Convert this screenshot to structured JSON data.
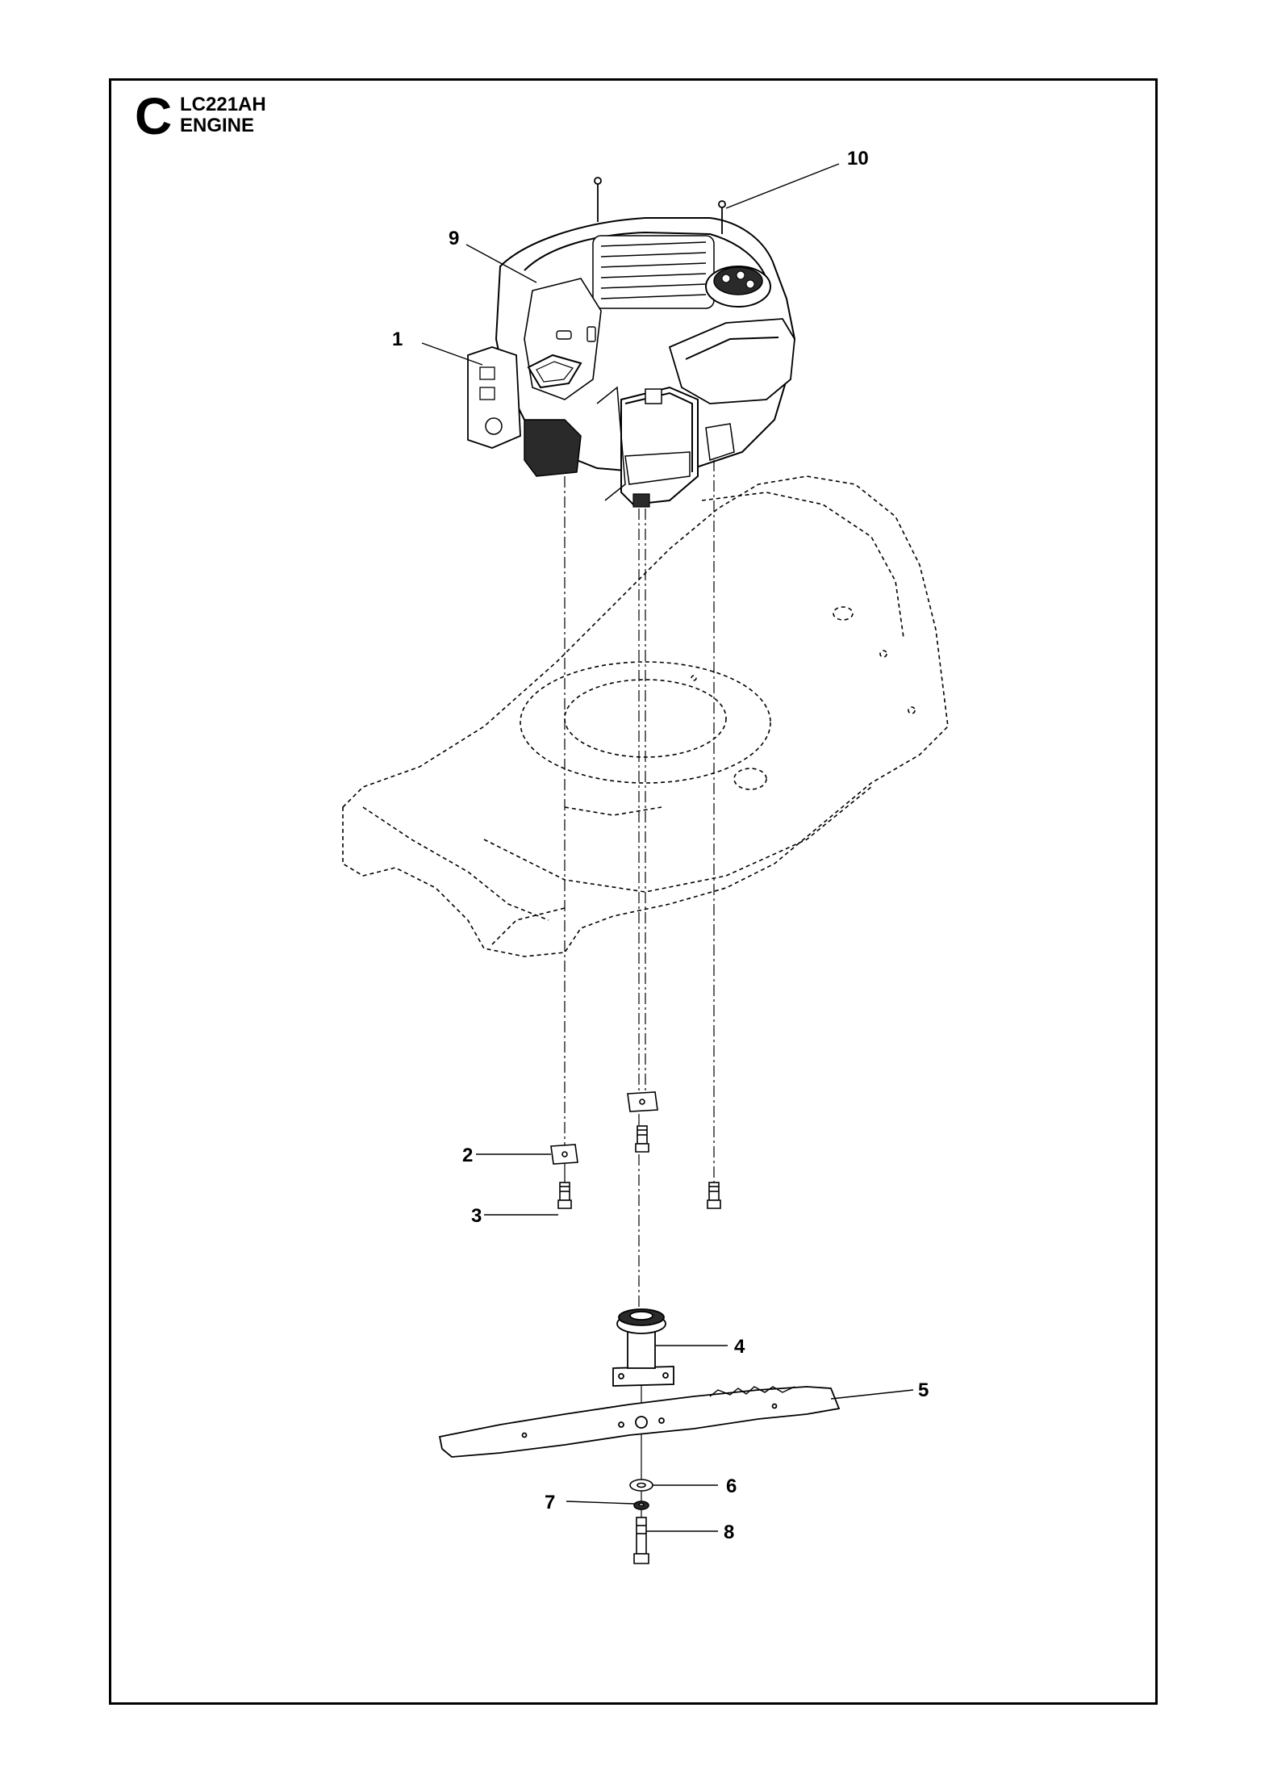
{
  "header": {
    "section_letter": "C",
    "model": "LC221AH",
    "title": "ENGINE"
  },
  "callouts": [
    {
      "label": "1"
    },
    {
      "label": "2"
    },
    {
      "label": "3"
    },
    {
      "label": "4"
    },
    {
      "label": "5"
    },
    {
      "label": "6"
    },
    {
      "label": "7"
    },
    {
      "label": "8"
    },
    {
      "label": "9"
    },
    {
      "label": "10"
    }
  ],
  "colors": {
    "line": "#000000",
    "background": "#ffffff",
    "fill_dark": "#2a2a2a"
  }
}
